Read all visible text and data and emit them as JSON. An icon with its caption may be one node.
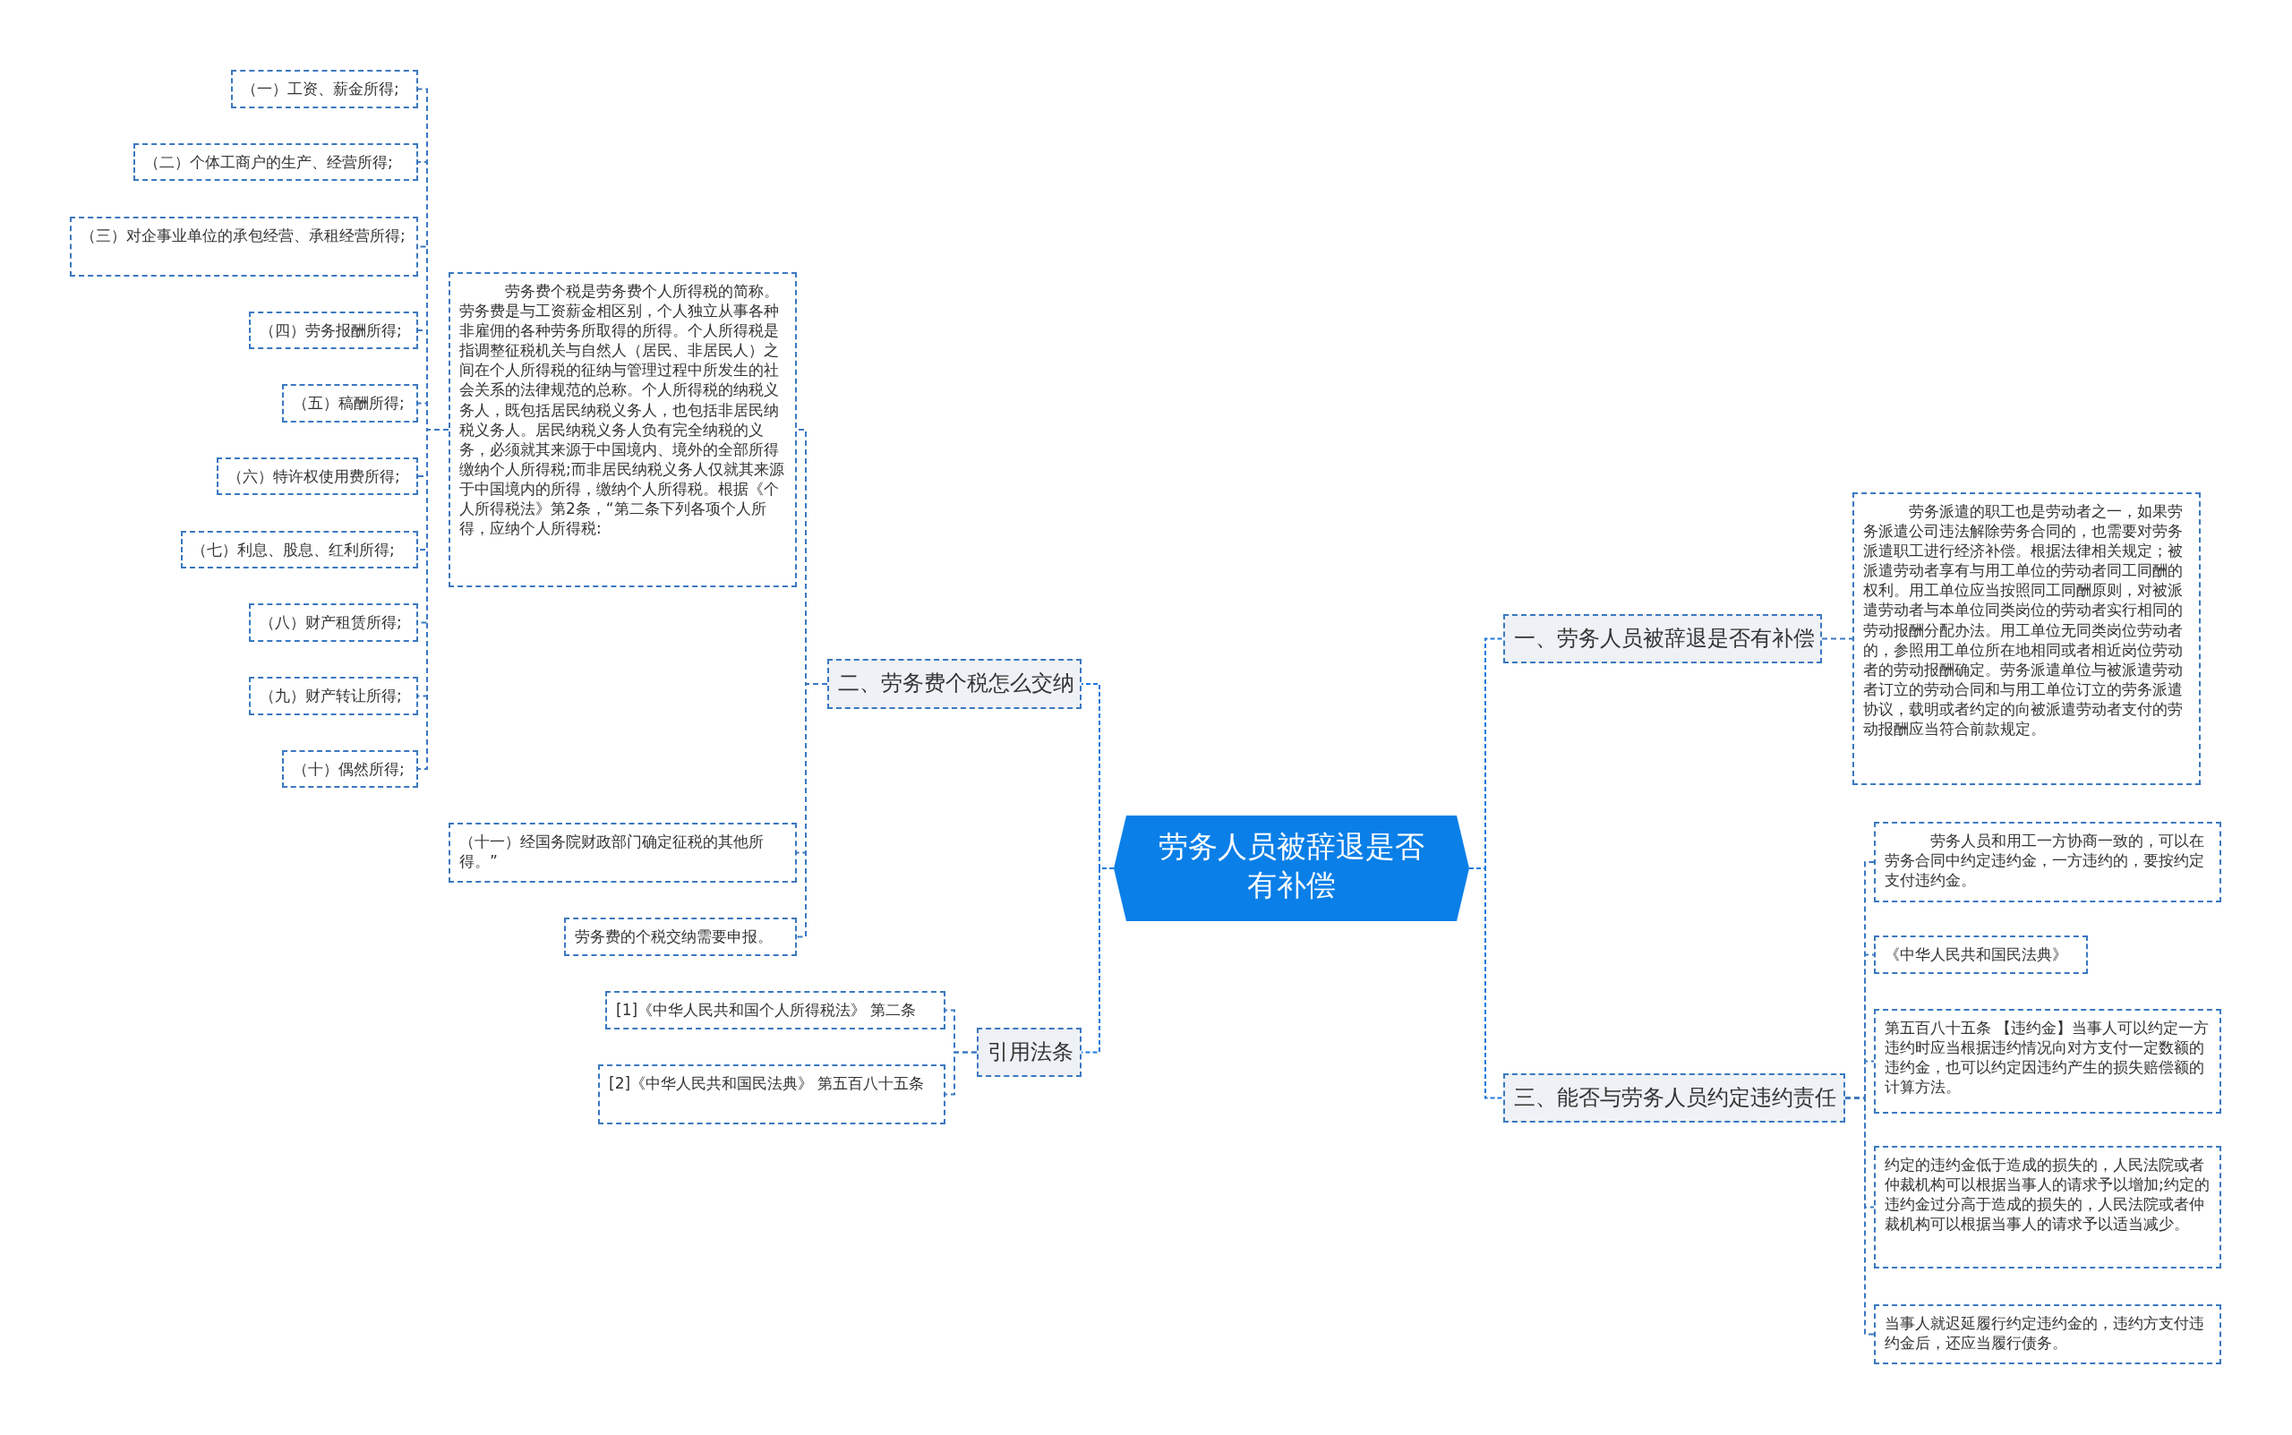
{
  "diagram": {
    "nodes": [
      {
        "text": [
          "劳务人员被辞退是否有补偿"
        ]
      },
      {
        "text": [
          "二、劳务费个税怎么交纳"
        ]
      },
      {
        "text": [
          "劳务费个税是劳务费个人所得税的简称。劳务费是与工资薪金相区别，个人独立从事各种非雇佣的各种劳务所取得的所得。个人所得税是指调整征税机关与自然人（居民、非居民人）之间在个人所得税的征纳与管理过程中所发生的社会关系的法律规范的总称。个人所得税的纳税义务人，既包括居民纳税义务人，也包括非居民纳税义务人。居民纳税义务人负有完全纳税的义务，必须就其来源于中国境内、境外的全部所得缴纳个人所得税;而非居民纳税义务人仅就其来源于中国境内的所得，缴纳个人所得税。根据《个人所得税法》第2条，“第二条下列各项个人所得，应纳个人所得税:"
        ]
      },
      {
        "text": [
          "（一）工资、薪金所得;"
        ]
      },
      {
        "text": [
          "（二）个体工商户的生产、经营所得;"
        ]
      },
      {
        "text": [
          "（三）对企事业单位的承包经营、承租经营所得;"
        ]
      },
      {
        "text": [
          "（四）劳务报酬所得;"
        ]
      },
      {
        "text": [
          "（五）稿酬所得;"
        ]
      },
      {
        "text": [
          "（六）特许权使用费所得;"
        ]
      },
      {
        "text": [
          "（七）利息、股息、红利所得;"
        ]
      },
      {
        "text": [
          "（八）财产租赁所得;"
        ]
      },
      {
        "text": [
          "（九）财产转让所得;"
        ]
      },
      {
        "text": [
          "（十）偶然所得;"
        ]
      },
      {
        "text": [
          "（十一）经国务院财政部门确定征税的其他所得。”"
        ]
      },
      {
        "text": [
          "劳务费的个税交纳需要申报。"
        ]
      },
      {
        "text": [
          "引用法条"
        ]
      },
      {
        "text": [
          "[1]《中华人民共和国个人所得税法》 第二条"
        ]
      },
      {
        "text": [
          "[2]《中华人民共和国民法典》 第五百八十五条"
        ]
      },
      {
        "text": [
          "一、劳务人员被辞退是否有补偿"
        ]
      },
      {
        "text": [
          "劳务派遣的职工也是劳动者之一，如果劳务派遣公司违法解除劳务合同的，也需要对劳务派遣职工进行经济补偿。根据法律相关规定；被派遣劳动者享有与用工单位的劳动者同工同酬的权利。用工单位应当按照同工同酬原则，对被派遣劳动者与本单位同类岗位的劳动者实行相同的劳动报酬分配办法。用工单位无同类岗位劳动者的，参照用工单位所在地相同或者相近岗位劳动者的劳动报酬确定。劳务派遣单位与被派遣劳动者订立的劳动合同和与用工单位订立的劳务派遣协议，载明或者约定的向被派遣劳动者支付的劳动报酬应当符合前款规定。"
        ]
      },
      {
        "text": [
          "三、能否与劳务人员约定违约责任"
        ]
      },
      {
        "text": [
          "劳务人员和用工一方协商一致的，可以在劳务合同中约定违约金，一方违约的，要按约定支付违约金。"
        ]
      },
      {
        "text": [
          "《中华人民共和国民法典》"
        ]
      },
      {
        "text": [
          "第五百八十五条 【违约金】当事人可以约定一方违约时应当根据违约情况向对方支付一定数额的违约金，也可以约定因违约产生的损失赔偿额的计算方法。"
        ]
      },
      {
        "text": [
          "约定的违约金低于造成的损失的，人民法院或者仲裁机构可以根据当事人的请求予以增加;约定的违约金过分高于造成的损失的，人民法院或者仲裁机构可以根据当事人的请求予以适当减少。"
        ]
      },
      {
        "text": [
          "当事人就迟延履行约定违约金的，违约方支付违约金后，还应当履行债务。"
        ]
      }
    ],
    "edges": [
      {
        "from": 0,
        "to": 1,
        "arrow": "none"
      },
      {
        "from": 1,
        "to": 2,
        "arrow": "none"
      },
      {
        "from": 2,
        "to": 3,
        "arrow": "none"
      },
      {
        "from": 2,
        "to": 4,
        "arrow": "none"
      },
      {
        "from": 2,
        "to": 5,
        "arrow": "none"
      },
      {
        "from": 2,
        "to": 6,
        "arrow": "none"
      },
      {
        "from": 2,
        "to": 7,
        "arrow": "none"
      },
      {
        "from": 2,
        "to": 8,
        "arrow": "none"
      },
      {
        "from": 2,
        "to": 9,
        "arrow": "none"
      },
      {
        "from": 2,
        "to": 10,
        "arrow": "none"
      },
      {
        "from": 2,
        "to": 11,
        "arrow": "none"
      },
      {
        "from": 2,
        "to": 12,
        "arrow": "none"
      },
      {
        "from": 1,
        "to": 13,
        "arrow": "none"
      },
      {
        "from": 1,
        "to": 14,
        "arrow": "none"
      },
      {
        "from": 0,
        "to": 15,
        "arrow": "none"
      },
      {
        "from": 15,
        "to": 16,
        "arrow": "none"
      },
      {
        "from": 15,
        "to": 17,
        "arrow": "none"
      },
      {
        "from": 0,
        "to": 18,
        "arrow": "none"
      },
      {
        "from": 18,
        "to": 19,
        "arrow": "none"
      },
      {
        "from": 0,
        "to": 20,
        "arrow": "none"
      },
      {
        "from": 20,
        "to": 21,
        "arrow": "none"
      },
      {
        "from": 20,
        "to": 22,
        "arrow": "none"
      },
      {
        "from": 20,
        "to": 23,
        "arrow": "none"
      },
      {
        "from": 20,
        "to": 24,
        "arrow": "none"
      },
      {
        "from": 20,
        "to": 25,
        "arrow": "none"
      }
    ]
  }
}
